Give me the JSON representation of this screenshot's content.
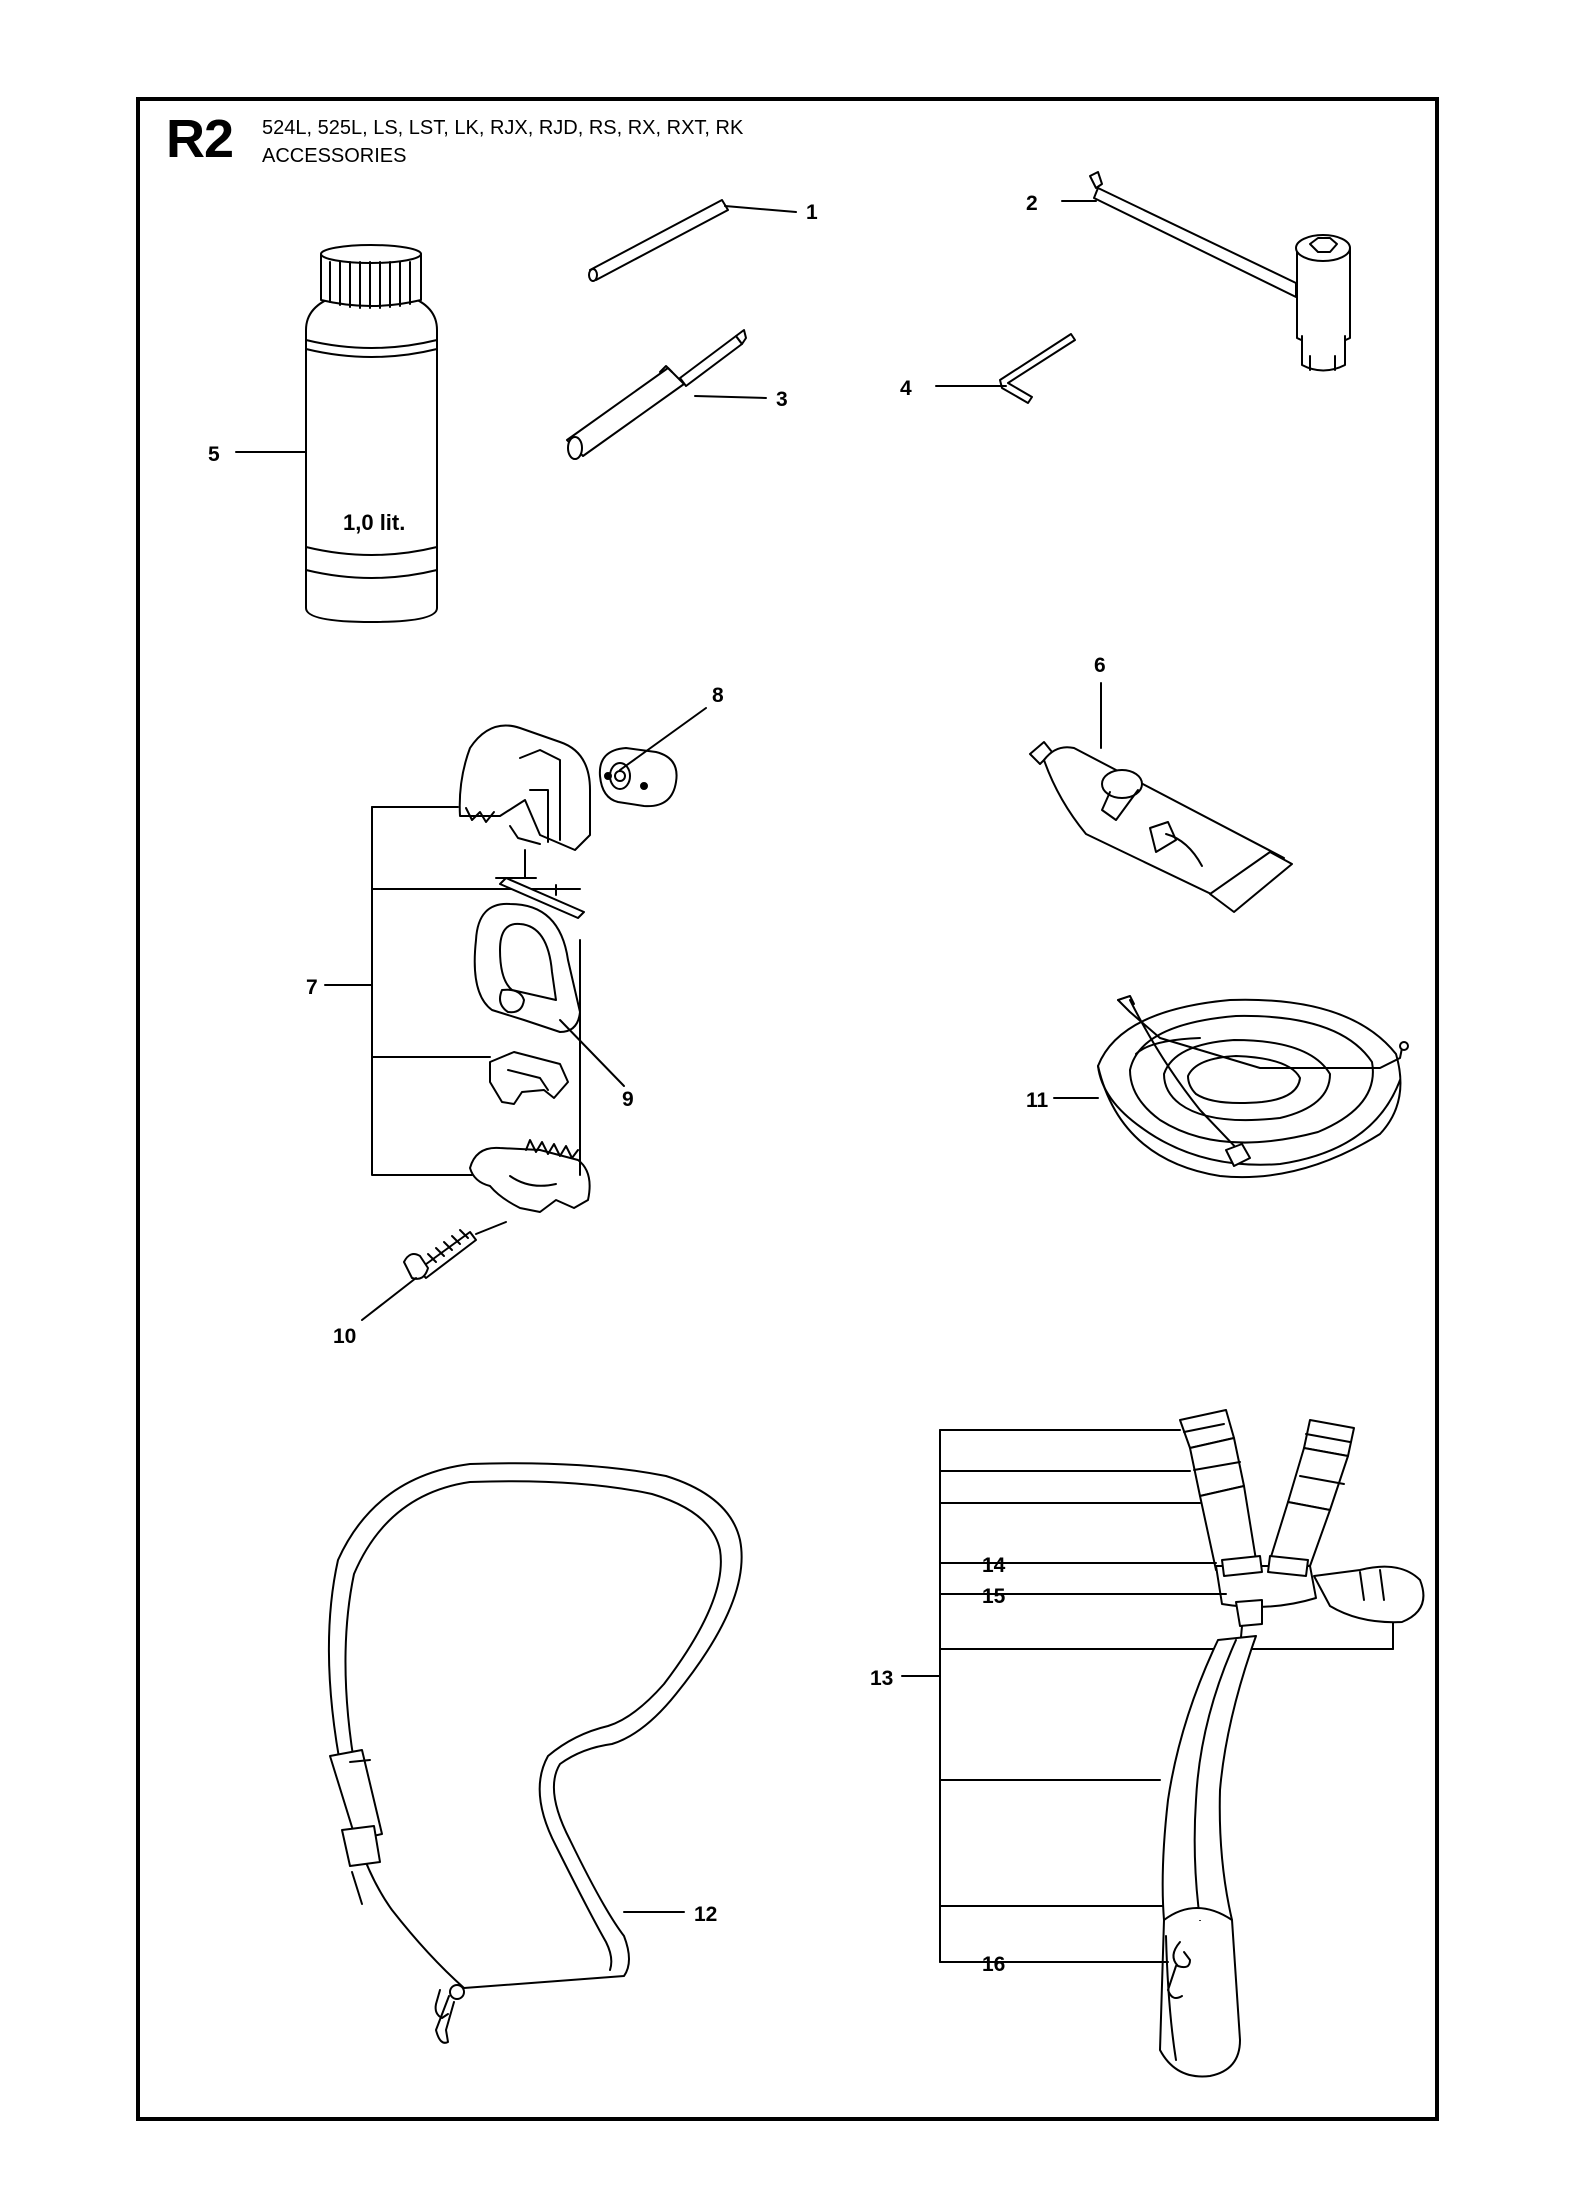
{
  "header": {
    "section_code": "R2",
    "models": "524L, 525L, LS, LST, LK, RJX, RJD, RS, RX, RXT, RK",
    "section_title": "ACCESSORIES"
  },
  "bottle_label": "1,0 lit.",
  "callouts": {
    "c1": "1",
    "c2": "2",
    "c3": "3",
    "c4": "4",
    "c5": "5",
    "c6": "6",
    "c7": "7",
    "c8": "8",
    "c9": "9",
    "c10": "10",
    "c11": "11",
    "c12": "12",
    "c13": "13",
    "c14": "14",
    "c15": "15",
    "c16": "16"
  },
  "colors": {
    "line": "#000000",
    "background": "#ffffff",
    "part_fill": "#ffffff",
    "shade": "#e6e6e6"
  }
}
